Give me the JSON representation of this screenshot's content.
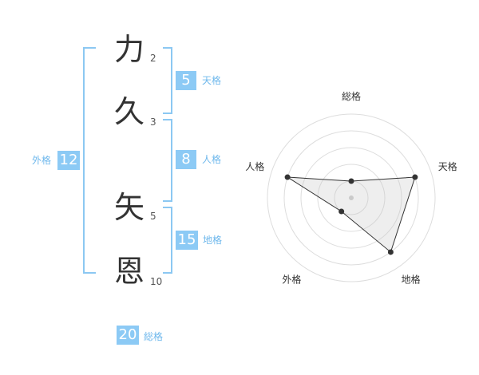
{
  "name_chars": [
    {
      "char": "力",
      "strokes": "2"
    },
    {
      "char": "久",
      "strokes": "3"
    },
    {
      "char": "矢",
      "strokes": "5"
    },
    {
      "char": "恩",
      "strokes": "10"
    }
  ],
  "fortune": {
    "tenkaku": {
      "value": "5",
      "label": "天格"
    },
    "jinkaku": {
      "value": "8",
      "label": "人格"
    },
    "chikaku": {
      "value": "15",
      "label": "地格"
    },
    "gaikaku": {
      "value": "12",
      "label": "外格"
    },
    "soukaku": {
      "value": "20",
      "label": "総格"
    }
  },
  "chart_data": {
    "type": "radar",
    "axes": [
      "総格",
      "天格",
      "地格",
      "外格",
      "人格"
    ],
    "values": [
      0.2,
      0.8,
      0.8,
      0.2,
      0.8
    ],
    "rings": 5,
    "max": 1
  }
}
